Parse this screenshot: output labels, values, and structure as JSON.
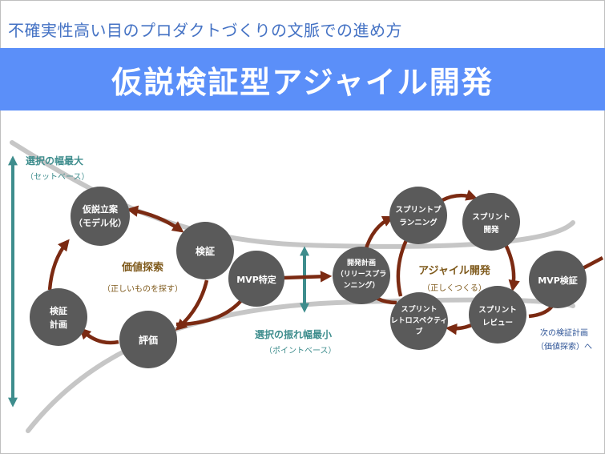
{
  "subtitle": "不確実性高い目のプロダクトづくりの文脈での進め方",
  "title": "仮説検証型アジャイル開発",
  "labels": {
    "wide_title": "選択の幅最大",
    "wide_sub": "（セットベース）",
    "narrow_title": "選択の振れ幅最小",
    "narrow_sub": "（ポイントベース）",
    "value_title": "価値探索",
    "value_sub": "（正しいものを探す）",
    "agile_title": "アジャイル開発",
    "agile_sub": "（正しくつくる）",
    "next_line1": "次の検証計画",
    "next_line2": "（価値探索）へ"
  },
  "nodes": {
    "hypothesis": [
      "仮説立案",
      "（モデル化）"
    ],
    "verify": [
      "検証"
    ],
    "evaluate": [
      "評価"
    ],
    "verify_plan": [
      "検証",
      "計画"
    ],
    "mvp_spec": [
      "MVP特定"
    ],
    "dev_plan": [
      "開発計画",
      "（リリースプラ",
      "ンニング）"
    ],
    "sprint_planning": [
      "スプリントプ",
      "ランニング"
    ],
    "sprint_dev": [
      "スプリント",
      "開発"
    ],
    "sprint_review": [
      "スプリント",
      "レビュー"
    ],
    "sprint_retro": [
      "スプリント",
      "レトロスペクティ",
      "ブ"
    ],
    "mvp_verify": [
      "MVP検証"
    ]
  },
  "colors": {
    "banner": "#5b8ff9",
    "subtitle": "#4472c4",
    "node": "#5a5a5a",
    "arrow": "#7b2a12",
    "teal": "#3e8d8d",
    "curve": "#c6c6c6"
  }
}
